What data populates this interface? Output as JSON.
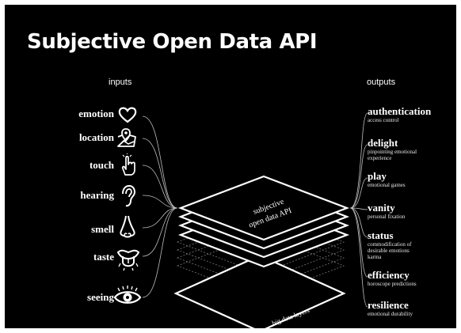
{
  "title": "Subjective Open Data API",
  "inputs_heading": "inputs",
  "outputs_heading": "outputs",
  "inputs": [
    {
      "label": "emotion",
      "icon": "heart-icon"
    },
    {
      "label": "location",
      "icon": "map-pin-icon"
    },
    {
      "label": "touch",
      "icon": "pointing-hand-icon"
    },
    {
      "label": "hearing",
      "icon": "ear-icon"
    },
    {
      "label": "smell",
      "icon": "nose-icon"
    },
    {
      "label": "taste",
      "icon": "tongue-icon"
    },
    {
      "label": "seeing",
      "icon": "eye-icon"
    }
  ],
  "outputs": [
    {
      "name": "authentication",
      "desc": [
        "access control"
      ]
    },
    {
      "name": "delight",
      "desc": [
        "pinpointing emotional",
        "experience"
      ]
    },
    {
      "name": "play",
      "desc": [
        "emotional games"
      ]
    },
    {
      "name": "vanity",
      "desc": [
        "personal fixation"
      ]
    },
    {
      "name": "status",
      "desc": [
        "commodification of",
        "desirable emotions",
        "karma"
      ]
    },
    {
      "name": "efficiency",
      "desc": [
        "horoscope predictions"
      ]
    },
    {
      "name": "resilience",
      "desc": [
        "emotional durability"
      ]
    }
  ],
  "layer_labels": {
    "top_line1": "subjective",
    "top_line2": "open data API",
    "bottom": "big data layers"
  },
  "colors": {
    "background": "#000000",
    "foreground": "#ffffff"
  }
}
